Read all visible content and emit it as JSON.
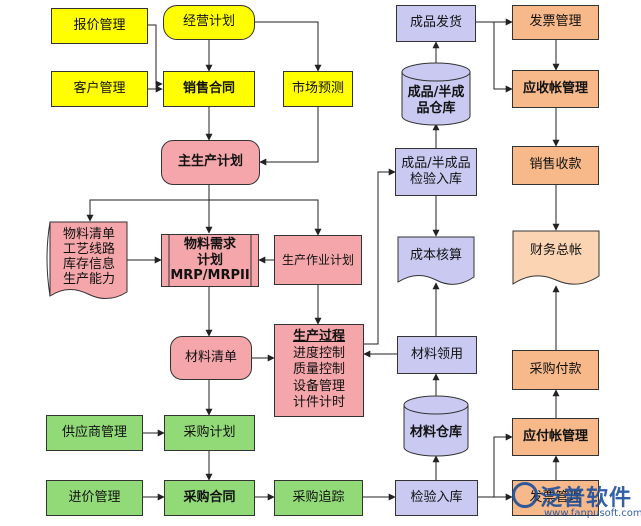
{
  "nodes": {
    "quote_mgmt": "报价管理",
    "business_plan": "经营计划",
    "customer_mgmt": "客户管理",
    "sales_contract": "销售合同",
    "market_forecast": "市场预测",
    "master_plan": "主生产计划",
    "docs": [
      "物料清单",
      "工艺线路",
      "库存信息",
      "生产能力"
    ],
    "mrp": [
      "物料需求",
      "计划",
      "MRP/MRPII"
    ],
    "prod_schedule": "生产作业计划",
    "material_list": "材料清单",
    "prod_process": [
      "生产过程",
      "进度控制",
      "质量控制",
      "设备管理",
      "计件计时"
    ],
    "supplier_mgmt": "供应商管理",
    "purchase_plan": "采购计划",
    "purchase_in_mgmt": "进价管理",
    "purchase_contract": "采购合同",
    "purchase_track": "采购追踪",
    "inspection_in": "检验入库",
    "goods_delivery": "成品发货",
    "goods_warehouse": [
      "成品/半成",
      "品仓库"
    ],
    "goods_inspect": [
      "成品/半成品",
      "检验入库"
    ],
    "cost_accounting": "成本核算",
    "material_pick": "材料领用",
    "material_warehouse": "材料仓库",
    "invoice_mgmt": "发票管理",
    "receivable_mgmt": "应收帐管理",
    "sales_receipt": "销售收款",
    "general_ledger": "财务总帐",
    "purchase_payment": "采购付款",
    "payable_mgmt": "应付帐管理",
    "invoice_mgmt2": "发票管理"
  },
  "watermark": {
    "main": "泛普软件",
    "sub": "www.fanpusoft.com"
  }
}
